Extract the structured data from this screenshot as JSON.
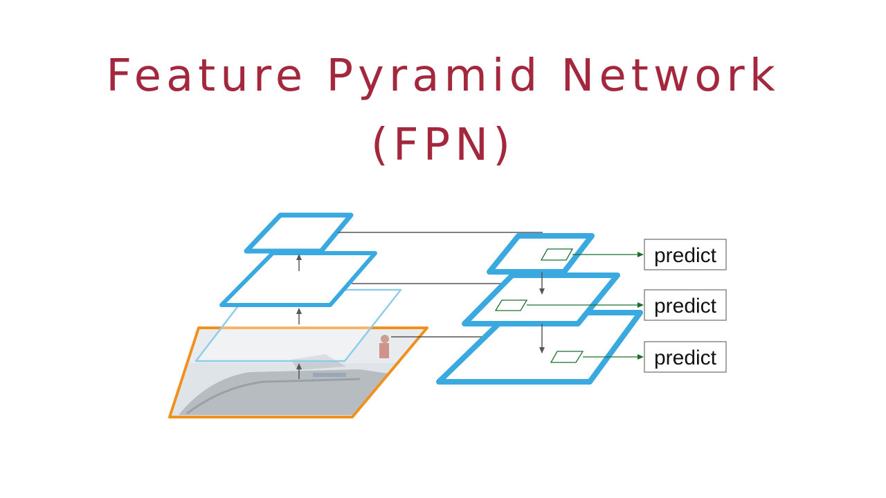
{
  "title": {
    "line1": "Feature Pyramid Network",
    "line2": "(FPN)"
  },
  "diagram": {
    "predict_labels": [
      "predict",
      "predict",
      "predict"
    ]
  },
  "colors": {
    "title": "#a3283d",
    "pyramid_blue": "#39a9e0",
    "pyramid_light_blue": "#8fcce9",
    "image_border_orange": "#f0911e",
    "predict_arrow_green": "#1b6e2a",
    "connection_gray": "#555555",
    "predict_box_border": "#888888"
  }
}
